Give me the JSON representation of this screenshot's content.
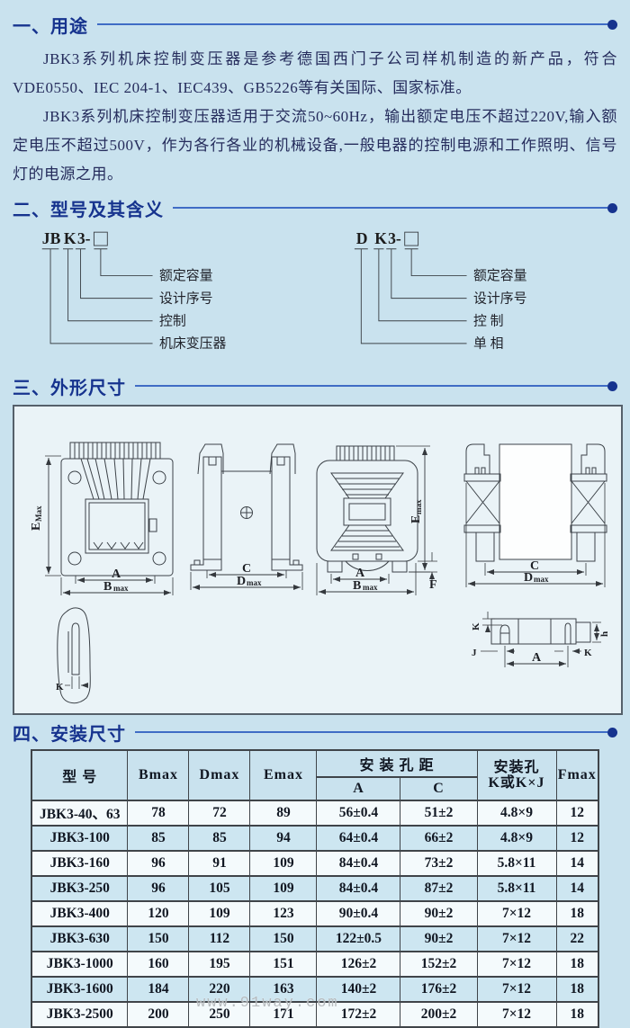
{
  "page": {
    "watermark": "www.91way.com",
    "colors": {
      "background": "#c9e2ee",
      "header_blue": "#16338e",
      "rule_blue": "#3f6cc5",
      "body_text": "#252c5c",
      "row_stripe": "#cde6f1",
      "row_white": "#f4fafc",
      "drawing_box_bg": "#eaf3f7"
    }
  },
  "sections": {
    "s1": {
      "title": "一、用途"
    },
    "s2": {
      "title": "二、型号及其含义"
    },
    "s3": {
      "title": "三、外形尺寸"
    },
    "s4": {
      "title": "四、安装尺寸"
    }
  },
  "usage": {
    "p1": "JBK3系列机床控制变压器是参考德国西门子公司样机制造的新产品，符合VDE0550、IEC 204-1、IEC439、GB5226等有关国际、国家标准。",
    "p2": "JBK3系列机床控制变压器适用于交流50~60Hz，输出额定电压不超过220V,输入额定电压不超过500V，作为各行各业的机械设备,一般电器的控制电源和工作照明、信号灯的电源之用。"
  },
  "model_diagrams": {
    "left": {
      "seg1": "JB",
      "seg2": "K",
      "seg3": "3-",
      "labels": [
        "额定容量",
        "设计序号",
        "控制",
        "机床变压器"
      ]
    },
    "right": {
      "seg1": "D",
      "seg2": "K",
      "seg3": "3-",
      "labels": [
        "额定容量",
        "设计序号",
        "控 制",
        "单 相"
      ]
    }
  },
  "dims": {
    "E": "E",
    "B": "B",
    "D": "D",
    "A": "A",
    "C": "C",
    "F": "F",
    "K": "K",
    "J": "J",
    "h": "h",
    "max": "max",
    "Max": "Max"
  },
  "table": {
    "headers": {
      "model": "型 号",
      "bmax": "Bmax",
      "dmax": "Dmax",
      "emax": "Emax",
      "hole_distance": "安 装 孔 距",
      "a": "A",
      "c": "C",
      "hole_line1": "安装孔",
      "hole_line2": "K或K×J",
      "fmax": "Fmax"
    },
    "rows": [
      {
        "model": "JBK3-40、63",
        "bmax": "78",
        "dmax": "72",
        "emax": "89",
        "a": "56±0.4",
        "c": "51±2",
        "k": "4.8×9",
        "fmax": "12"
      },
      {
        "model": "JBK3-100",
        "bmax": "85",
        "dmax": "85",
        "emax": "94",
        "a": "64±0.4",
        "c": "66±2",
        "k": "4.8×9",
        "fmax": "12"
      },
      {
        "model": "JBK3-160",
        "bmax": "96",
        "dmax": "91",
        "emax": "109",
        "a": "84±0.4",
        "c": "73±2",
        "k": "5.8×11",
        "fmax": "14"
      },
      {
        "model": "JBK3-250",
        "bmax": "96",
        "dmax": "105",
        "emax": "109",
        "a": "84±0.4",
        "c": "87±2",
        "k": "5.8×11",
        "fmax": "14"
      },
      {
        "model": "JBK3-400",
        "bmax": "120",
        "dmax": "109",
        "emax": "123",
        "a": "90±0.4",
        "c": "90±2",
        "k": "7×12",
        "fmax": "18"
      },
      {
        "model": "JBK3-630",
        "bmax": "150",
        "dmax": "112",
        "emax": "150",
        "a": "122±0.5",
        "c": "90±2",
        "k": "7×12",
        "fmax": "22"
      },
      {
        "model": "JBK3-1000",
        "bmax": "160",
        "dmax": "195",
        "emax": "151",
        "a": "126±2",
        "c": "152±2",
        "k": "7×12",
        "fmax": "18"
      },
      {
        "model": "JBK3-1600",
        "bmax": "184",
        "dmax": "220",
        "emax": "163",
        "a": "140±2",
        "c": "176±2",
        "k": "7×12",
        "fmax": "18"
      },
      {
        "model": "JBK3-2500",
        "bmax": "200",
        "dmax": "250",
        "emax": "171",
        "a": "172±2",
        "c": "200±2",
        "k": "7×12",
        "fmax": "18"
      }
    ]
  }
}
